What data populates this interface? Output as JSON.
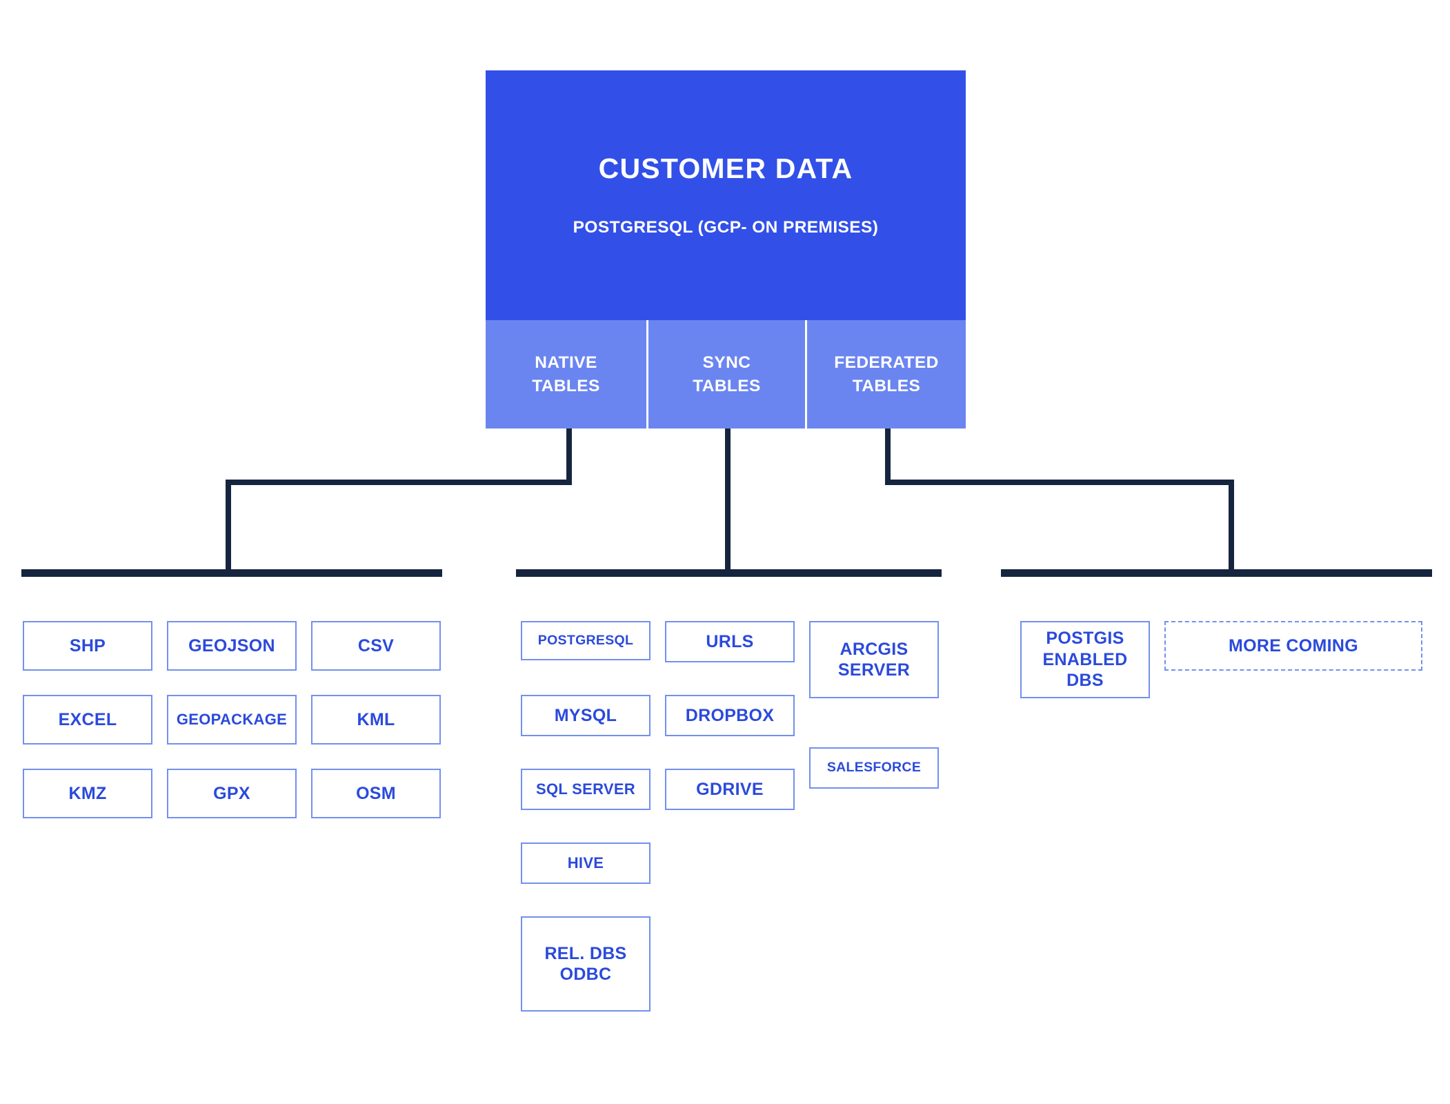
{
  "root": {
    "title": "CUSTOMER DATA",
    "subtitle": "POSTGRESQL (GCP- ON PREMISES)"
  },
  "tabs": [
    {
      "label": "NATIVE\nTABLES",
      "name": "tab-native-tables"
    },
    {
      "label": "SYNC\nTABLES",
      "name": "tab-sync-tables"
    },
    {
      "label": "FEDERATED\nTABLES",
      "name": "tab-federated-tables"
    }
  ],
  "native_tables": {
    "items": [
      "SHP",
      "GEOJSON",
      "CSV",
      "EXCEL",
      "GEOPACKAGE",
      "KML",
      "KMZ",
      "GPX",
      "OSM"
    ]
  },
  "sync_tables": {
    "column_1": [
      "POSTGRESQL",
      "MYSQL",
      "SQL SERVER",
      "HIVE",
      "REL. DBS\nODBC"
    ],
    "column_2": [
      "URLS",
      "DROPBOX",
      "GDRIVE"
    ],
    "column_3": [
      "ARCGIS\nSERVER",
      "SALESFORCE"
    ]
  },
  "federated_tables": {
    "items": [
      "POSTGIS\nENABLED\nDBS"
    ],
    "placeholder": "MORE COMING"
  },
  "colors": {
    "root_blue": "#3250E8",
    "tab_blue": "#6B85F0",
    "box_border": "#7290EE",
    "box_text": "#2B4ADB",
    "connector": "#16253F",
    "background": "#ffffff"
  }
}
